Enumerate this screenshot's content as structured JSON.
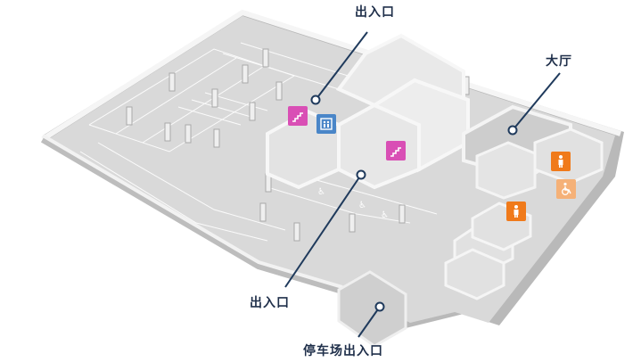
{
  "labels": {
    "entrance_top": "出入口",
    "lobby": "大厅",
    "entrance_center": "出入口",
    "parking_entrance": "停车场出入口"
  },
  "colors": {
    "floor": "#d9d9d9",
    "wall_top": "#f4f4f4",
    "wall_side": "#bdbdbd",
    "leader_line": "#1f3a5c",
    "stairs_icon": "#d94fb5",
    "elevator_icon": "#4a86c8",
    "restroom_icon": "#f07a1a",
    "accessible_restroom_icon": "#f5b178"
  },
  "icons": [
    {
      "name": "stairs-icon"
    },
    {
      "name": "elevator-icon"
    },
    {
      "name": "stairs-icon"
    },
    {
      "name": "restroom-icon"
    },
    {
      "name": "accessible-restroom-icon"
    },
    {
      "name": "restroom-icon"
    }
  ]
}
